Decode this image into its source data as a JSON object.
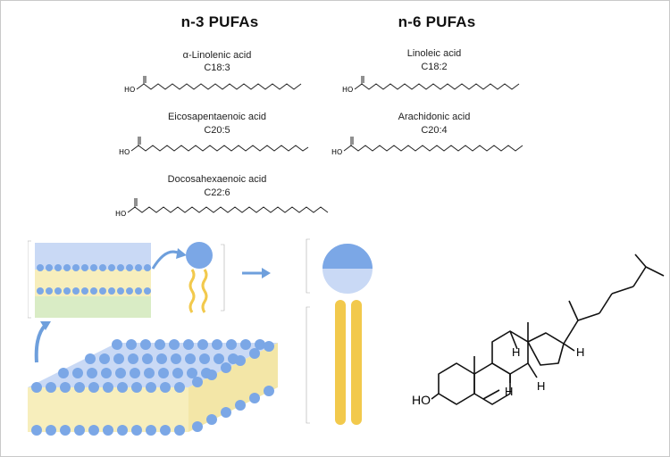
{
  "headings": {
    "n3": "n-3 PUFAs",
    "n6": "n-6 PUFAs"
  },
  "acids": {
    "ala": {
      "name": "α-Linolenic acid",
      "formula": "C18:3",
      "oh": "HO"
    },
    "epa": {
      "name": "Eicosapentaenoic acid",
      "formula": "C20:5",
      "oh": "HO"
    },
    "dha": {
      "name": "Docosahexaenoic acid",
      "formula": "C22:6",
      "oh": "HO"
    },
    "la": {
      "name": "Linoleic acid",
      "formula": "C18:2",
      "oh": "HO"
    },
    "aa": {
      "name": "Arachidonic acid",
      "formula": "C20:4",
      "oh": "HO"
    }
  },
  "cholesterol": {
    "ho": "HO",
    "h_labels": [
      "H",
      "H",
      "H",
      "H"
    ]
  },
  "colors": {
    "head_blue": "#7ba7e6",
    "tail_yellow": "#f2c94c",
    "band_blue": "#c9d9f5",
    "band_yellow": "#f7eebc",
    "band_green": "#d9ecc5",
    "arrow_blue": "#6e9fdc"
  }
}
